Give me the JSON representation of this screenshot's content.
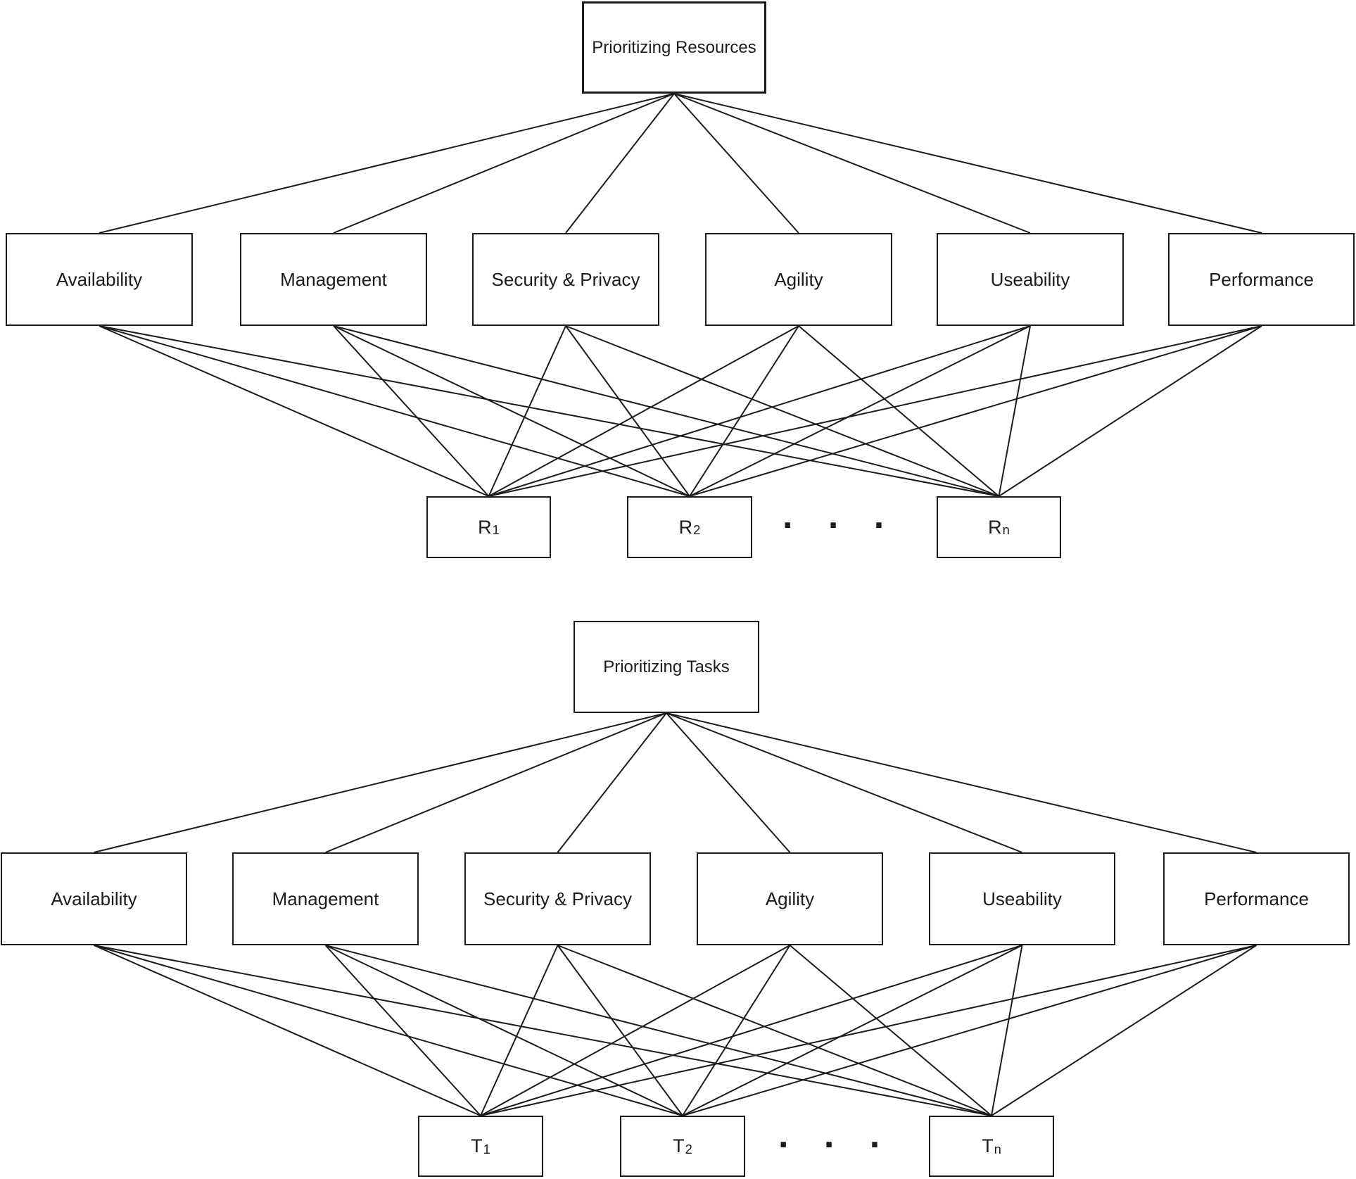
{
  "colors": {
    "line": "#1c1c1c",
    "text": "#1c1c1c",
    "background": "#ffffff",
    "node_fill": "#ffffff"
  },
  "diagrams": [
    {
      "title": "Prioritizing Resources",
      "criteria": [
        "Availability",
        "Management",
        "Security & Privacy",
        "Agility",
        "Useability",
        "Performance"
      ],
      "alternatives": [
        {
          "base": "R",
          "sub": "1"
        },
        {
          "base": "R",
          "sub": "2"
        },
        {
          "base": "R",
          "sub": "n"
        }
      ],
      "ellipsis": ". . .",
      "connections": {
        "root_to_criteria": "all",
        "criteria_to_alternatives": "all"
      }
    },
    {
      "title": "Prioritizing Tasks",
      "criteria": [
        "Availability",
        "Management",
        "Security & Privacy",
        "Agility",
        "Useability",
        "Performance"
      ],
      "alternatives": [
        {
          "base": "T",
          "sub": "1"
        },
        {
          "base": "T",
          "sub": "2"
        },
        {
          "base": "T",
          "sub": "n"
        }
      ],
      "ellipsis": ". . .",
      "connections": {
        "root_to_criteria": "all",
        "criteria_to_alternatives": "all"
      }
    }
  ]
}
